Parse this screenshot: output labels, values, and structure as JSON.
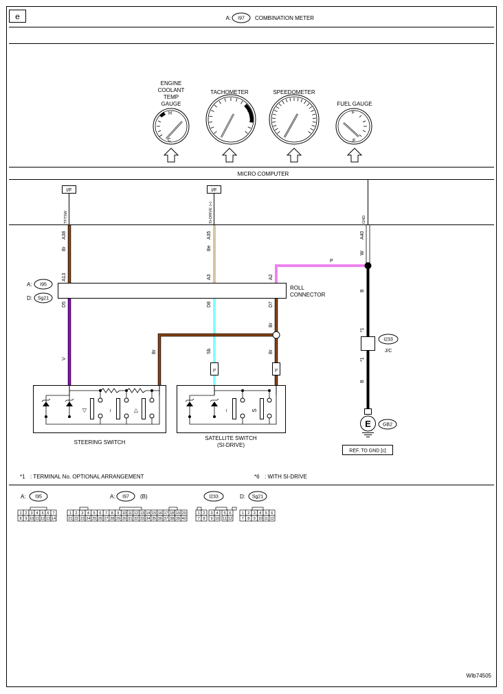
{
  "page": {
    "section_letter": "e",
    "header_prefix": "A:",
    "header_connector": "I97",
    "header_title": "COMBINATION METER",
    "figure_id": "WIb74505"
  },
  "gauges": {
    "coolant": {
      "title_lines": [
        "ENGINE",
        "COOLANT",
        "TEMP",
        "GAUGE"
      ],
      "mark_high": "H",
      "mark_low": "C"
    },
    "tachometer": {
      "title": "TACHOMETER"
    },
    "speedometer": {
      "title": "SPEEDOMETER"
    },
    "fuel": {
      "title": "FUEL GAUGE",
      "mark_full": "F",
      "mark_empty": "E"
    }
  },
  "micro_computer": {
    "label": "MICRO COMPUTER",
    "if_label": "I/F"
  },
  "pins": {
    "tftsw": {
      "signal": "TFTSW",
      "meter_term": "A38",
      "wire": "Br",
      "roll_term_a": "A13",
      "roll_term_d": "D5",
      "lower_wire": "V"
    },
    "sidrive": {
      "signal": "SI-DRIVE (+)",
      "meter_term": "A35",
      "wire": "Be",
      "roll_term_a": "A3",
      "roll_term_d": "D8",
      "lower_wire": "Sb",
      "note": "*6"
    },
    "gnd": {
      "signal": "GND",
      "meter_term": "A40",
      "wire": "W",
      "wire_after_splice": "B",
      "junction_term_1": "*1",
      "junction_term_2": "*1",
      "wire_to_ground": "B"
    }
  },
  "roll_connector": {
    "label_line1": "ROLL",
    "label_line2": "CONNECTOR",
    "conn_a_prefix": "A:",
    "conn_a": "I95",
    "conn_d_prefix": "D:",
    "conn_d": "Sg21",
    "a2_term": "A2",
    "a2_wire": "P",
    "d7_term": "D7",
    "d7_wire": "Br",
    "d7_wire_lower": "Br",
    "d7_note": "*6",
    "branch_wire": "Br"
  },
  "junction": {
    "connector": "I233",
    "label": "J/C"
  },
  "ground": {
    "letter": "E",
    "point": "GB2",
    "ref": "REF. TO GND [c]"
  },
  "switches": {
    "steering": {
      "label": "STEERING SWITCH",
      "symbols": [
        "◁",
        "–",
        "▷"
      ]
    },
    "satellite": {
      "label_line1": "SATELLITE SWITCH",
      "label_line2": "(SI-DRIVE)",
      "symbols": [
        "–",
        "S"
      ]
    }
  },
  "notes": {
    "n1_mark": "*1",
    "n1_text": ": TERMINAL No. OPTIONAL ARRANGEMENT",
    "n6_mark": "*6",
    "n6_text": ": WITH SI-DRIVE"
  },
  "connectors": {
    "i95": {
      "prefix": "A:",
      "name": "I95",
      "row1": [
        "1",
        "2",
        "3",
        "4",
        "5",
        "6",
        "7"
      ],
      "row2": [
        "8",
        "9",
        "10",
        "11",
        "12",
        "13",
        "14"
      ]
    },
    "i97": {
      "prefix": "A:",
      "name": "I97",
      "suffix": "(B)",
      "row1": [
        "1",
        "2",
        "3",
        "4",
        "5",
        "6",
        "7",
        "8",
        "9",
        "10",
        "11",
        "12",
        "13",
        "14",
        "15",
        "16",
        "17",
        "18",
        "19",
        "20"
      ],
      "row2": [
        "21",
        "22",
        "23",
        "24",
        "25",
        "26",
        "27",
        "28",
        "29",
        "30",
        "31",
        "32",
        "33",
        "34",
        "35",
        "36",
        "37",
        "38",
        "39",
        "40"
      ]
    },
    "i233": {
      "name": "I233",
      "row1": [
        "1",
        "2",
        "3",
        "4",
        "5",
        "6"
      ],
      "row2": [
        "7",
        "8",
        "9",
        "10",
        "11",
        "12"
      ]
    },
    "sg21": {
      "prefix": "D:",
      "name": "Sg21",
      "row1": [
        "1",
        "2",
        "3",
        "4",
        "5",
        "6"
      ],
      "row2": [
        "7",
        "8",
        "9",
        "10",
        "11",
        "12"
      ]
    }
  },
  "wire_colors": {
    "Br": "#8b4513",
    "Be": "#d8c3a5",
    "W": "#ffffff",
    "B": "#000000",
    "P": "#ee82ee",
    "V": "#9400d3",
    "Sb": "#7fffff"
  }
}
